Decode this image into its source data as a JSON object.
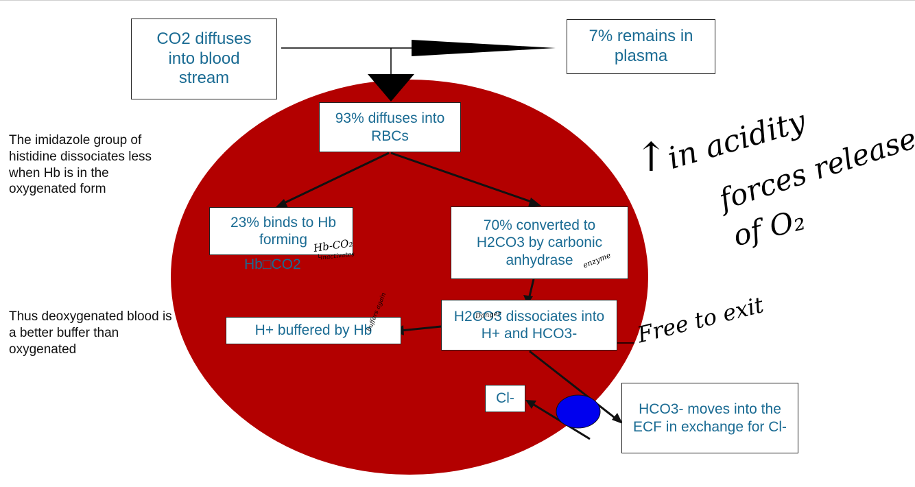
{
  "boxes": {
    "co2_diffuses": "CO2 diffuses into blood stream",
    "plasma": "7% remains in plasma",
    "rbc": "93% diffuses into RBCs",
    "binds_hb": "23% binds to Hb forming",
    "hbco2": "Hb□CO2",
    "converted": "70% converted to H2CO3 by carbonic anhydrase",
    "dissociates": "H2CO3 dissociates into H+ and HCO3-",
    "buffered": "H+ buffered by Hb",
    "cl": "Cl-",
    "hco3_moves": "HCO3- moves into the ECF in exchange for Cl-"
  },
  "notes": {
    "imidazole": "The imidazole group of histidine dissociates less when Hb is in the oxygenated form",
    "deoxygenated": "Thus deoxygenated blood is a better buffer than oxygenated"
  },
  "handwriting": {
    "acidity_arrow": "↑",
    "acidity_1": "in acidity",
    "acidity_2": "forces release",
    "acidity_3": "of O₂",
    "free_to_exit": "Free to exit",
    "hb_co2": "Hb-CO₂",
    "inactivates": "└inactivates",
    "enzyme": "enzyme",
    "danger": "Danger",
    "buffers_again": "buffers again"
  },
  "colors": {
    "cell": "#b30000",
    "text_blue": "#1a6b93",
    "channel": "#0000ee"
  }
}
